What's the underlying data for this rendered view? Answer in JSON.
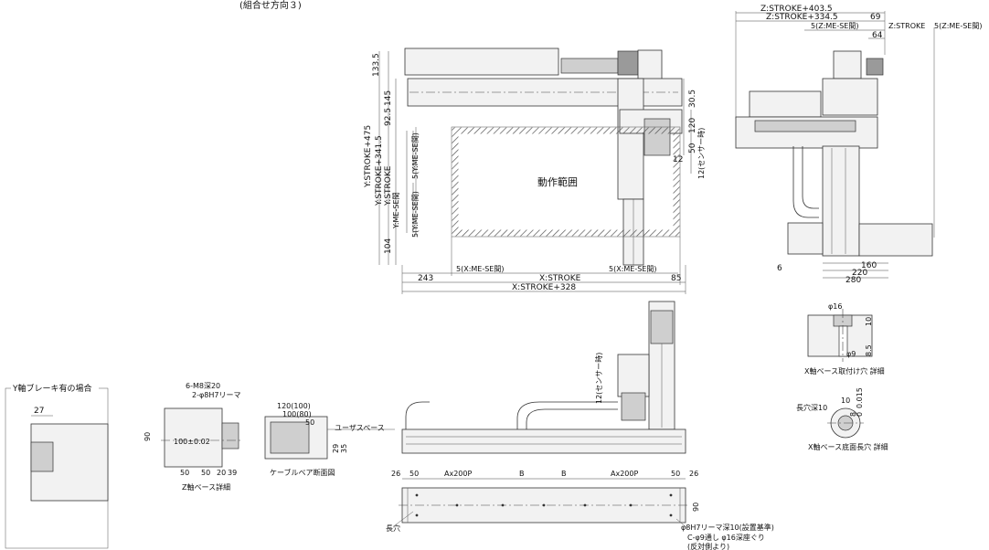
{
  "header": {
    "view_note": "(組合せ方向３)"
  },
  "main_view": {
    "area_label": "動作範囲",
    "left_dims": [
      "Y:STROKE+475",
      "Y:STROKE+341.5",
      "Y:STROKE",
      "Y:ME-SE間",
      "5(Y:ME-SE間)",
      "5(Y:ME-SE間)"
    ],
    "left_small": [
      "133.5",
      "145",
      "92.5",
      "104"
    ],
    "right_dims": [
      "30.5",
      "120",
      "50",
      "12",
      "12(センサー時)"
    ],
    "bottom_dims": [
      "243",
      "5(X:ME-SE間)",
      "X:STROKE",
      "5(X:ME-SE間)",
      "85",
      "X:STROKE+328"
    ]
  },
  "side_view": {
    "top_dims": [
      "Z:STROKE+403.5",
      "Z:STROKE+334.5",
      "69",
      "5(Z:ME-SE間)",
      "64",
      "Z:STROKE",
      "5(Z:ME-SE間)"
    ],
    "bottom_dims": [
      "6",
      "160",
      "220",
      "280"
    ]
  },
  "detail_mount": {
    "dims": [
      "φ16",
      "10",
      "φ9",
      "8.5"
    ],
    "caption": "X軸ベース取付け穴  詳細"
  },
  "detail_slot": {
    "dims": [
      "長穴深10",
      "10",
      "0.015",
      "8",
      "0"
    ],
    "caption": "X軸ベース底面長穴  詳細"
  },
  "brake": {
    "title": "Y軸ブレーキ有の場合",
    "dim": "27"
  },
  "z_base": {
    "dims": [
      "6-M8深20",
      "2-φ8H7リーマ",
      "90",
      "100±0.02",
      "50",
      "50",
      "20",
      "39"
    ],
    "caption": "Z軸ベース詳細"
  },
  "cable": {
    "dims": [
      "120(100)",
      "100(80)",
      "50",
      "29",
      "35"
    ],
    "user_space": "ユーザスペース",
    "caption": "ケーブルベア断面図"
  },
  "front_view": {
    "sensor": "12(センサー時)"
  },
  "base_view": {
    "top_dims": [
      "26",
      "50",
      "Ax200P",
      "B",
      "B",
      "Ax200P",
      "50",
      "26"
    ],
    "right_dim": "90",
    "left_note": "長穴",
    "notes": [
      "φ8H7リーマ深10(設置基準)",
      "C-φ9通し φ16深座ぐり",
      "(反対側より)"
    ]
  }
}
